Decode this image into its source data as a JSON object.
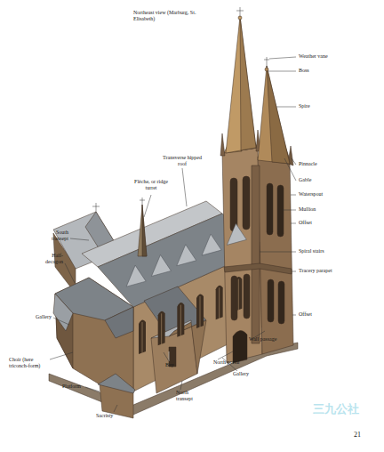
{
  "diagram": {
    "title": "Northeast view (Marburg, St. Elisabeth)",
    "labels": [
      "Weather vane",
      "Boss",
      "Spire",
      "Pinnacle",
      "Gable",
      "Waterspout",
      "Mullion",
      "Offset",
      "Spiral stairs",
      "Tracery parapet",
      "Offset",
      "Transverse hipped roof",
      "Flèche, or ridge turret",
      "South transept",
      "Half-decagon",
      "Gallery",
      "Choir (here triconch-form)",
      "Platform",
      "Sacristy",
      "Bay",
      "North portal",
      "Wall passage",
      "Gallery",
      "North transept",
      "21",
      "三九公社"
    ]
  }
}
